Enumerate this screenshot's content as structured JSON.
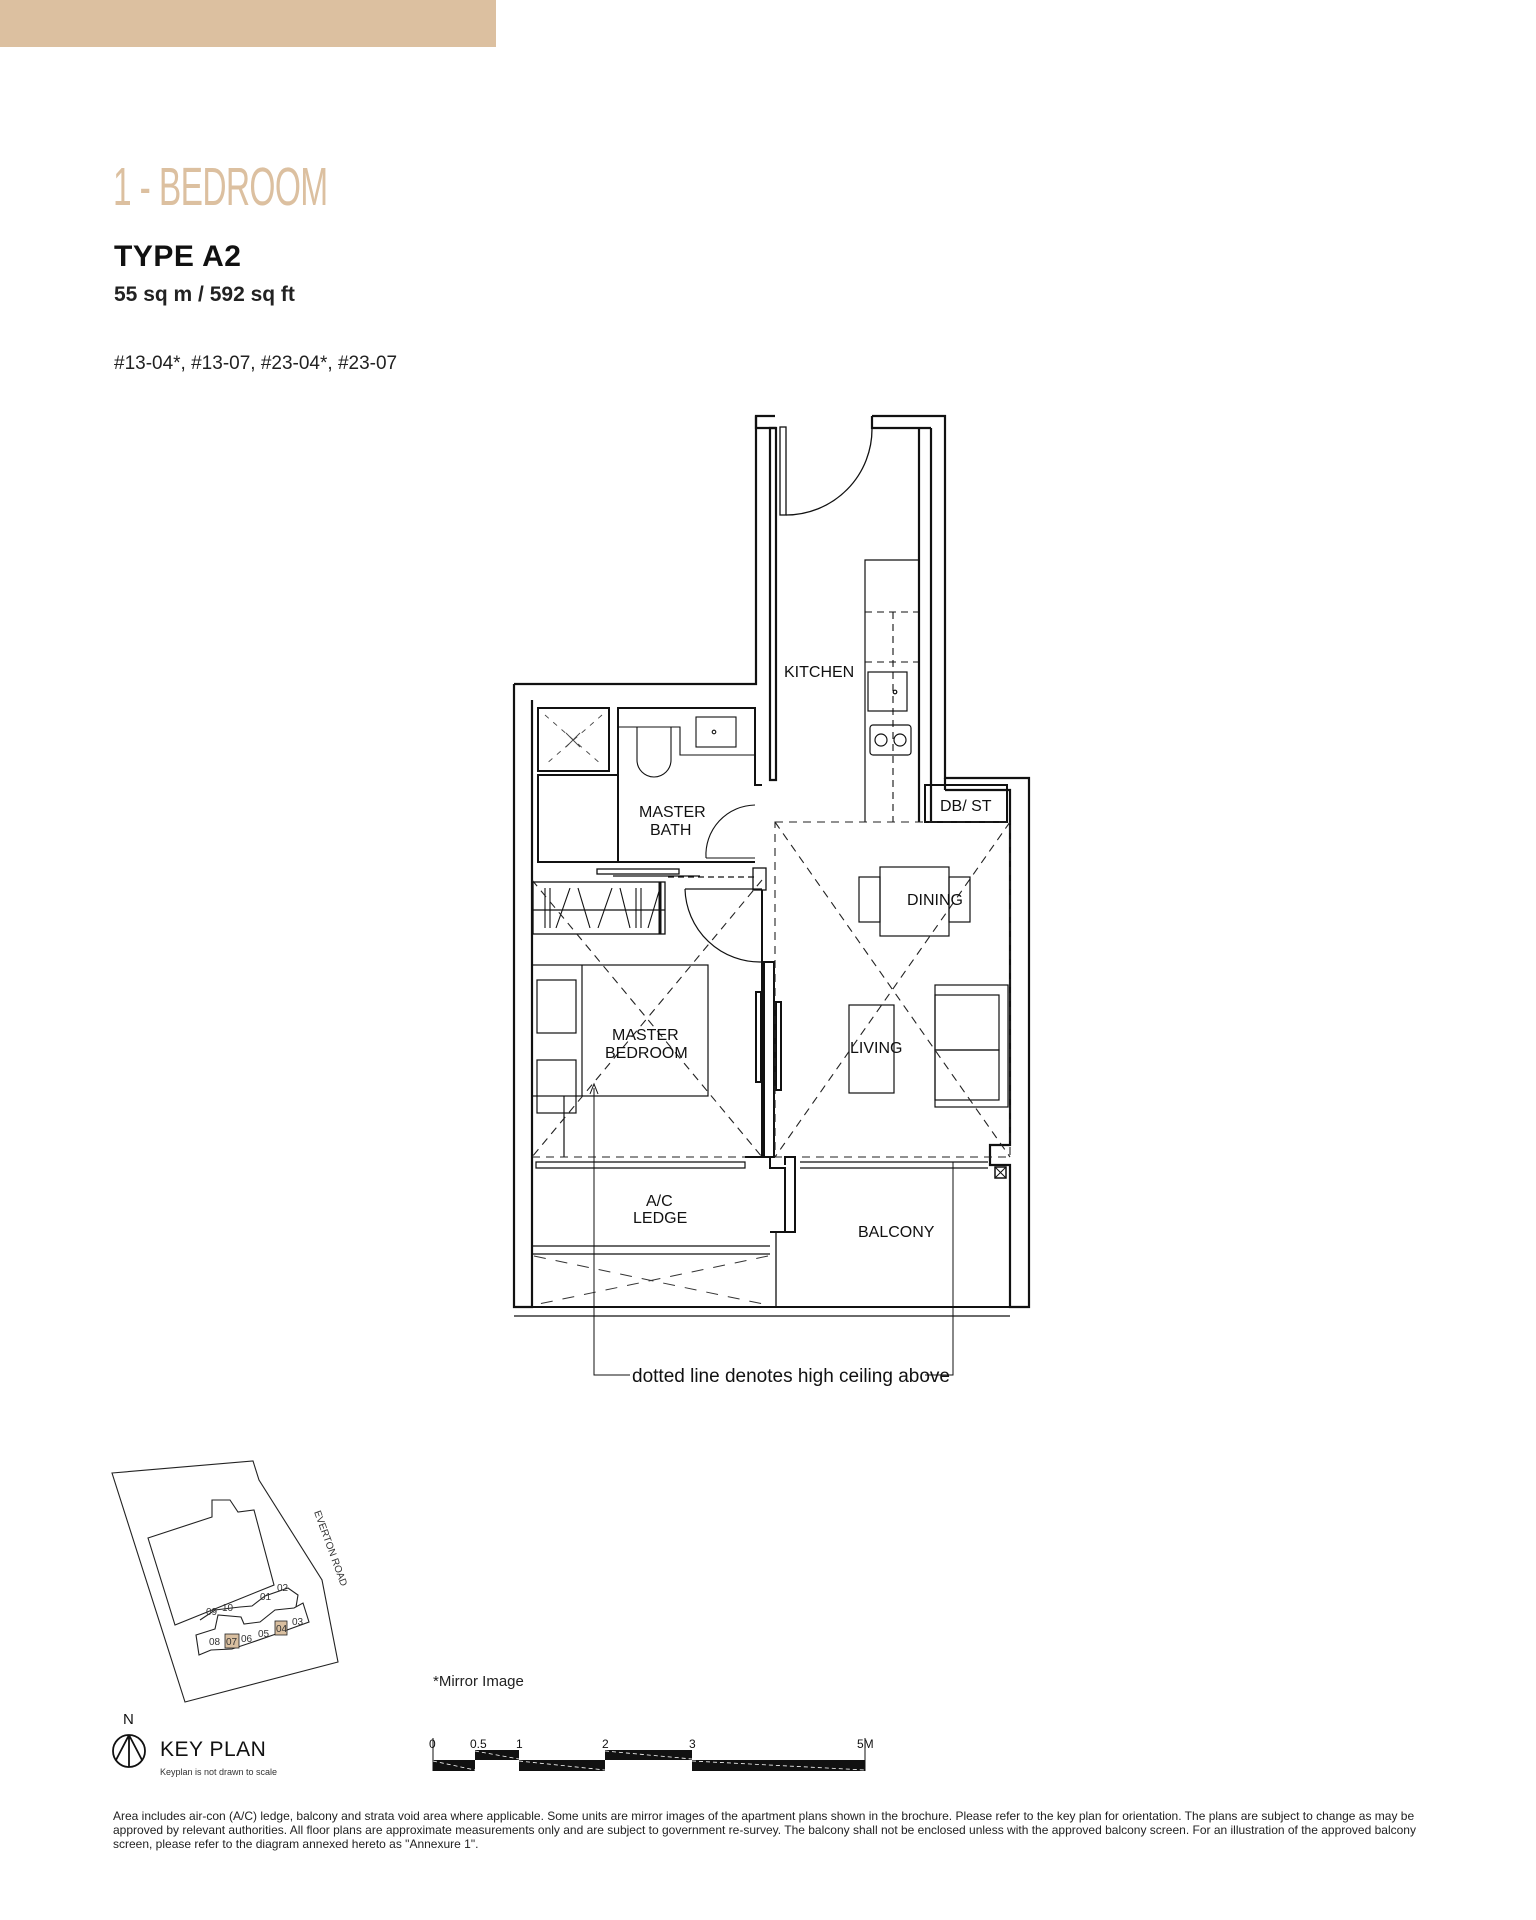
{
  "header": {
    "accent_color": "#dcc0a0",
    "category_title": "1 - BEDROOM",
    "unit_type": "TYPE A2",
    "area": "55 sq m / 592 sq ft",
    "unit_numbers": "#13-04*, #13-07, #23-04*, #23-07"
  },
  "floor_plan": {
    "rooms": {
      "kitchen": "KITCHEN",
      "master_bath_1": "MASTER",
      "master_bath_2": "BATH",
      "db_st": "DB/ ST",
      "dining": "DINING",
      "living": "LIVING",
      "master_bedroom_1": "MASTER",
      "master_bedroom_2": "BEDROOM",
      "ac_ledge_1": "A/C",
      "ac_ledge_2": "LEDGE",
      "balcony": "BALCONY"
    },
    "ceiling_note": "dotted line denotes high ceiling above"
  },
  "mirror_note": "*Mirror Image",
  "key_plan": {
    "north_label": "N",
    "title": "KEY PLAN",
    "subtitle": "Keyplan is not drawn to scale",
    "road_label": "EVERTON ROAD",
    "units": [
      "09",
      "10",
      "01",
      "02",
      "08",
      "07",
      "06",
      "05",
      "04",
      "03"
    ],
    "highlighted_units": [
      "07",
      "04"
    ],
    "highlight_color": "#d9bfa0"
  },
  "scale_bar": {
    "labels": [
      "0",
      "0.5",
      "1",
      "2",
      "3",
      "5M"
    ]
  },
  "footer": {
    "disclaimer": "Area includes air-con (A/C) ledge, balcony and strata void area where applicable. Some units are mirror images of the apartment plans shown in the brochure. Please refer to the key plan for orientation. The plans are subject to change as may be approved by relevant authorities. All floor plans are approximate measurements only and are subject to government re-survey. The balcony shall not be enclosed unless with the approved balcony screen. For an illustration of the approved balcony screen, please refer to the diagram annexed hereto as \"Annexure 1\"."
  }
}
